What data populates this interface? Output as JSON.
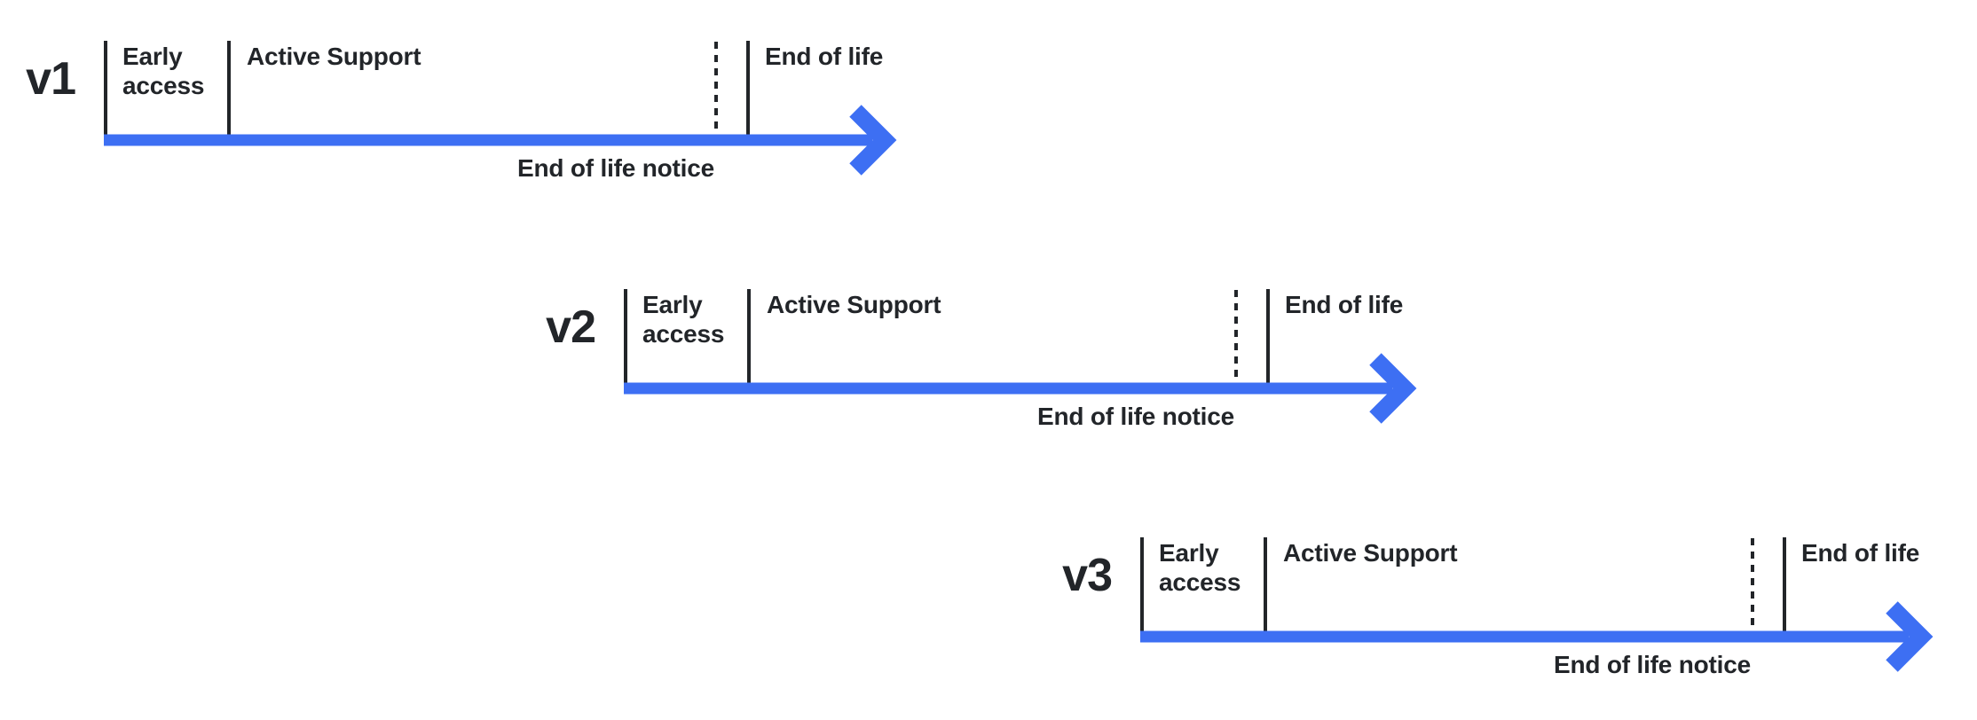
{
  "diagram_title": "",
  "colors": {
    "accent_blue": "#3d6ff3",
    "ink": "#222529",
    "background": "#ffffff"
  },
  "timelines": [
    {
      "version": "v1",
      "phases": {
        "early": "Early access",
        "active": "Active Support",
        "eol": "End of life"
      },
      "notice": "End of life notice"
    },
    {
      "version": "v2",
      "phases": {
        "early": "Early access",
        "active": "Active Support",
        "eol": "End of life"
      },
      "notice": "End of life notice"
    },
    {
      "version": "v3",
      "phases": {
        "early": "Early access",
        "active": "Active Support",
        "eol": "End of life"
      },
      "notice": "End of life notice"
    }
  ]
}
